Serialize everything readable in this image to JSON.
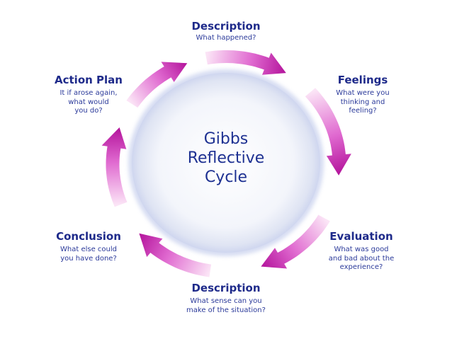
{
  "center": {
    "line1": "Gibbs",
    "line2": "Reflective",
    "line3": "Cycle"
  },
  "stages": {
    "description_top": {
      "title": "Description",
      "question": "What happened?"
    },
    "feelings": {
      "title": "Feelings",
      "question_line1": "What were you",
      "question_line2": "thinking and",
      "question_line3": "feeling?"
    },
    "evaluation": {
      "title": "Evaluation",
      "question_line1": "What was good",
      "question_line2": "and bad about the",
      "question_line3": "experience?"
    },
    "description_bottom": {
      "title": "Description",
      "question_line1": "What sense can you",
      "question_line2": "make of the situation?"
    },
    "conclusion": {
      "title": "Conclusion",
      "question_line1": "What else could",
      "question_line2": "you have done?"
    },
    "action_plan": {
      "title": "Action Plan",
      "question_line1": "It if arose again,",
      "question_line2": "what would",
      "question_line3": "you do?"
    }
  },
  "colors": {
    "arrow_dark": "#b3139b",
    "arrow_light": "#fbe4f6",
    "text_blue": "#1e2a8a",
    "center_glow": "#cfd6ef"
  }
}
